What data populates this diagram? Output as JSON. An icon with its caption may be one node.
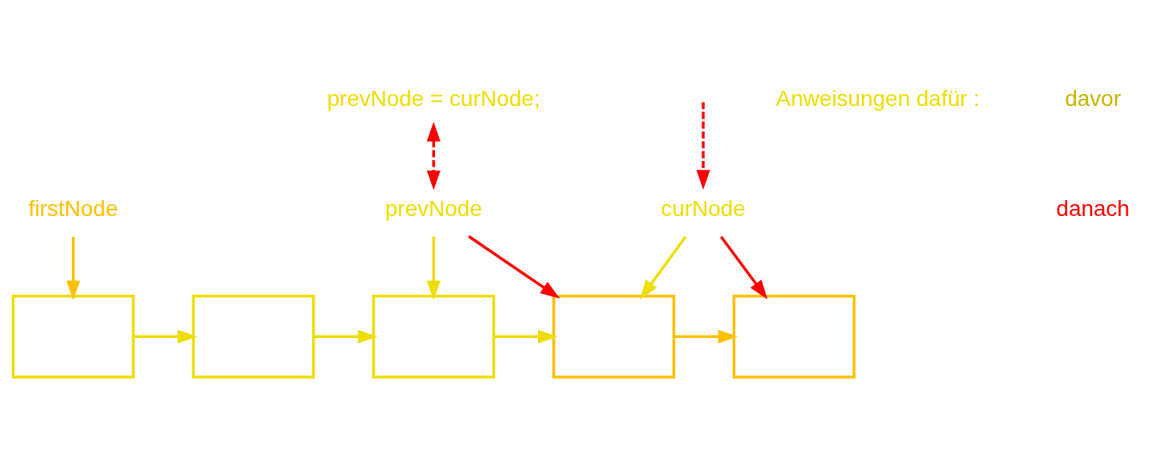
{
  "diagram": {
    "nodes": [
      {
        "text": [],
        "shape": "box"
      },
      {
        "text": [],
        "shape": "box"
      },
      {
        "text": [],
        "shape": "box"
      },
      {
        "text": [],
        "shape": "box"
      },
      {
        "text": [],
        "shape": "box"
      },
      {
        "text": [
          "firstNode"
        ]
      },
      {
        "text": [
          "prevNode"
        ]
      },
      {
        "text": [
          "curNode"
        ]
      },
      {
        "text": [
          "prevNode = curNode;"
        ]
      }
    ],
    "edges": [
      {
        "from": 0,
        "to": 1,
        "arrow": "to"
      },
      {
        "from": 1,
        "to": 2,
        "arrow": "to"
      },
      {
        "from": 2,
        "to": 3,
        "arrow": "to"
      },
      {
        "from": 3,
        "to": 4,
        "arrow": "to",
        "color": "#ffc000"
      },
      {
        "from": 5,
        "to": 0,
        "arrow": "to",
        "color": "#ffc000"
      },
      {
        "from": 6,
        "to": 2,
        "arrow": "to"
      },
      {
        "from": 7,
        "to": 3,
        "arrow": "to"
      },
      {
        "from": 6,
        "to": 3,
        "arrow": "to",
        "color": "#ff0000"
      },
      {
        "from": 7,
        "to": 4,
        "arrow": "to",
        "color": "#ff0000"
      },
      {
        "from": 8,
        "to": 6,
        "arrow": "both",
        "style": "dashed",
        "color": "#ff0000"
      },
      {
        "from": null,
        "to": 7,
        "arrow": "to",
        "style": "dashed",
        "color": "#ff0000"
      }
    ],
    "labels": [
      "Anweisungen dafür :"
    ],
    "legend": [
      {
        "text": "davor",
        "color": "#c8b400"
      },
      {
        "text": "danach",
        "color": "#ff0000"
      }
    ]
  }
}
